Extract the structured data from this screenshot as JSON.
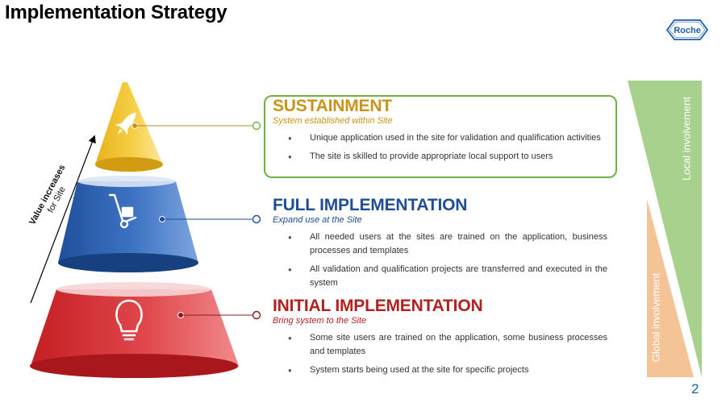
{
  "slide": {
    "title": "Implementation Strategy",
    "page_number": "2",
    "logo_text": "Roche"
  },
  "pyramid": {
    "axis_label_line1": "Value increases",
    "axis_label_line2": "for Site",
    "levels": [
      {
        "name": "sustainment",
        "color": "#f2c230",
        "icon": "rocket-icon"
      },
      {
        "name": "full",
        "color": "#2e63b4",
        "icon": "hand-truck-icon"
      },
      {
        "name": "initial",
        "color": "#d42a2f",
        "icon": "lightbulb-icon"
      }
    ]
  },
  "sustainment": {
    "title": "SUSTAINMENT",
    "subtitle": "System established within Site",
    "color": "#c8941a",
    "bullets": [
      "Unique application used in the site for validation and qualification activities",
      "The site is skilled to provide appropriate local support to users"
    ]
  },
  "full": {
    "title": "FULL IMPLEMENTATION",
    "subtitle": "Expand use at the Site",
    "color": "#1f4e96",
    "bullets": [
      "All needed users at the sites are trained on the application, business processes and templates",
      "All validation and qualification projects are transferred and executed in the system"
    ]
  },
  "initial": {
    "title": "INITIAL IMPLEMENTATION",
    "subtitle": "Bring system to the Site",
    "color": "#b0211f",
    "bullets": [
      "Some site users are trained on the application, some business processes and templates",
      "System starts being used at the site for specific projects"
    ]
  },
  "involvement": {
    "local_label": "Local involvement",
    "global_label": "Global involvement",
    "local_color": "#a9d18e",
    "global_color": "#f4c396"
  }
}
